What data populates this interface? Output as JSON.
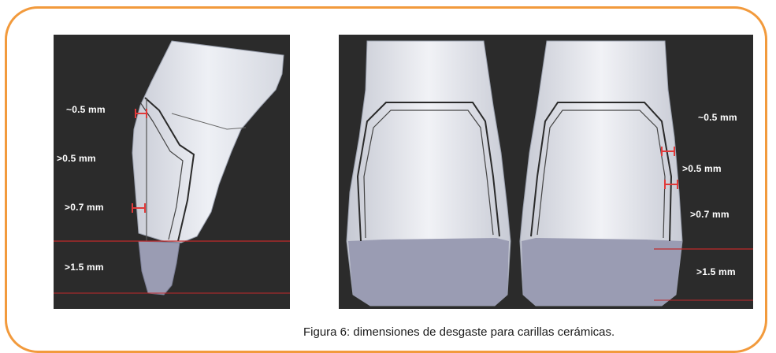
{
  "figure": {
    "caption": "Figura 6: dimensiones de desgaste para carillas cerámicas.",
    "accent_color": "#f29a3c",
    "background_color": "#2b2b2b",
    "margin_line_color": "#c0292b"
  },
  "left_panel": {
    "labels": [
      "~0.5 mm",
      ">0.5 mm",
      ">0.7 mm",
      ">1.5 mm"
    ]
  },
  "right_panel": {
    "labels": [
      "~0.5 mm",
      ">0.5 mm",
      ">0.7 mm",
      ">1.5 mm"
    ]
  }
}
